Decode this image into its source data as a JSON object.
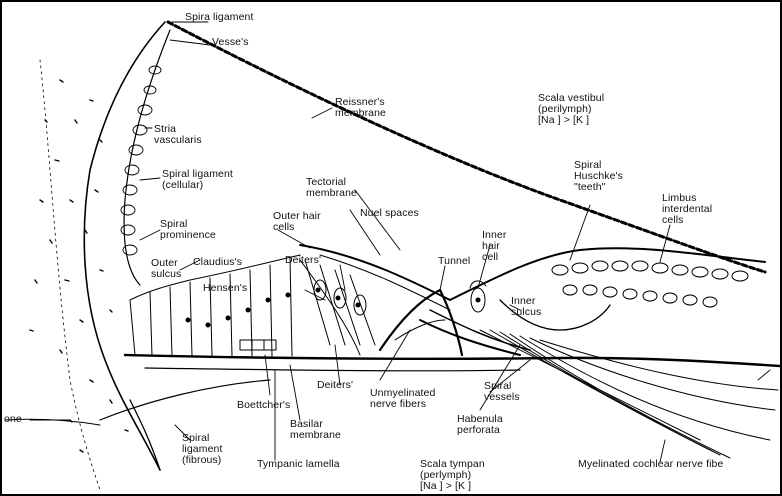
{
  "labels": {
    "spiral_ligament_top": "Spira ligament",
    "vessels": "Vesse's",
    "reissners_membrane": "Reissner's\nmembrane",
    "scala_vestibuli": "Scala vestibul\n(perilymph)\n[Na ] > [K ]",
    "stria_vascularis": "Stria\nvascularis",
    "spiral_ligament_cellular": "Spiral ligament\n(cellular)",
    "tectorial_membrane": "Tectorial\nmembrane",
    "spiral_huschkes_teeth": "Spiral\nHuschke's\n\"teeth\"",
    "limbus_interdental_cells": "Limbus\ninterdental\ncells",
    "spiral_prominence": "Spiral\nprominence",
    "outer_hair_cells": "Outer hair\ncells",
    "nuel_spaces": "Nuel spaces",
    "inner_hair_cell": "Inner\nhair\ncell",
    "outer_sulcus": "Outer\nsulcus",
    "claudius_s": "Claudius's",
    "deiters_upper": "Deiters'",
    "tunnel": "Tunnel",
    "hensens": "Hensen's",
    "inner_sulcus": "Inner\nsulcus",
    "unmyelinated_nerve_fibers": "Unmyelinated\nnerve fibers",
    "deiters_lower": "Deiters'",
    "spiral_vessels": "Spiral\nvessels",
    "boettchers": "Boettcher's",
    "basilar_membrane": "Basilar\nmembrane",
    "habenula_perforata": "Habenula\nperforata",
    "bone": "one",
    "spiral_ligament_fibrous": "Spiral\nligament\n(fibrous)",
    "tympanic_lamella": "Tympanic lamella",
    "scala_tympani": "Scala tympan\n(perlymph)\n[Na ] > [K ]",
    "myelinated_nerve_fibers": "Myelinated cochlear nerve fibe"
  }
}
